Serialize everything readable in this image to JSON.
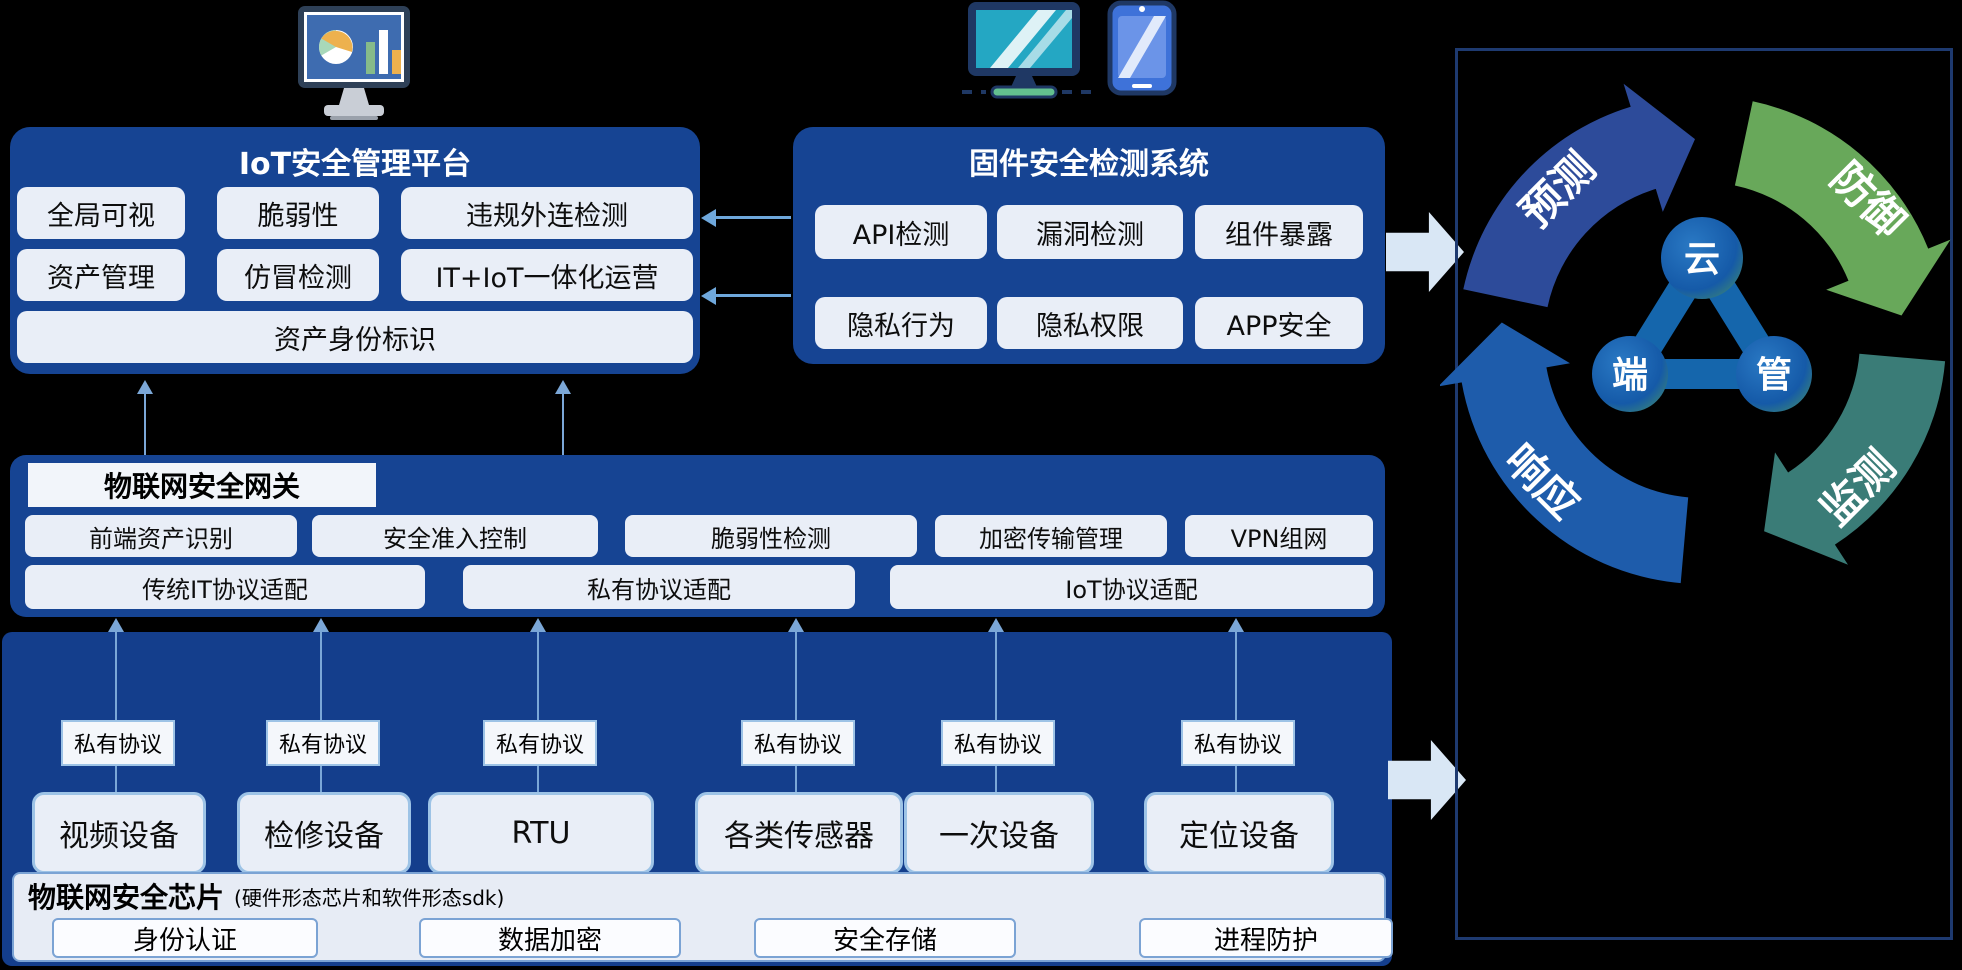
{
  "colors": {
    "panel_blue": "#164493",
    "bottom_panel_blue": "#143e8c",
    "pill_light": "#e9eef7",
    "connector_blue": "#6fa8dc",
    "big_arrow": "#d9e7f5",
    "cycle_border": "#1e3a70",
    "node_blue": "#155aa8"
  },
  "platform": {
    "title": "IoT安全管理平台",
    "row1": [
      "全局可视",
      "脆弱性",
      "违规外连检测"
    ],
    "row2": [
      "资产管理",
      "仿冒检测",
      "IT+IoT一体化运营"
    ],
    "banner": "资产身份标识"
  },
  "firmware": {
    "title": "固件安全检测系统",
    "row1": [
      "API检测",
      "漏洞检测",
      "组件暴露"
    ],
    "row2": [
      "隐私行为",
      "隐私权限",
      "APP安全"
    ]
  },
  "gateway": {
    "title": "物联网安全网关",
    "row1": [
      "前端资产识别",
      "安全准入控制",
      "脆弱性检测",
      "加密传输管理",
      "VPN组网"
    ],
    "row2": [
      "传统IT协议适配",
      "私有协议适配",
      "IoT协议适配"
    ]
  },
  "bottom": {
    "protocol_label": "私有协议",
    "devices": [
      "视频设备",
      "检修设备",
      "RTU",
      "各类传感器",
      "一次设备",
      "定位设备"
    ]
  },
  "chip": {
    "title": "物联网安全芯片",
    "subtitle": "(硬件形态芯片和软件形态sdk)",
    "items": [
      "身份认证",
      "数据加密",
      "安全存储",
      "进程防护"
    ]
  },
  "cycle": {
    "arrows": [
      {
        "label": "预测",
        "color": "#2d4b9a"
      },
      {
        "label": "防御",
        "color": "#68a85a"
      },
      {
        "label": "监测",
        "color": "#3a7c77"
      },
      {
        "label": "响应",
        "color": "#1e5cab"
      }
    ],
    "nodes": [
      "云",
      "端",
      "管"
    ]
  }
}
